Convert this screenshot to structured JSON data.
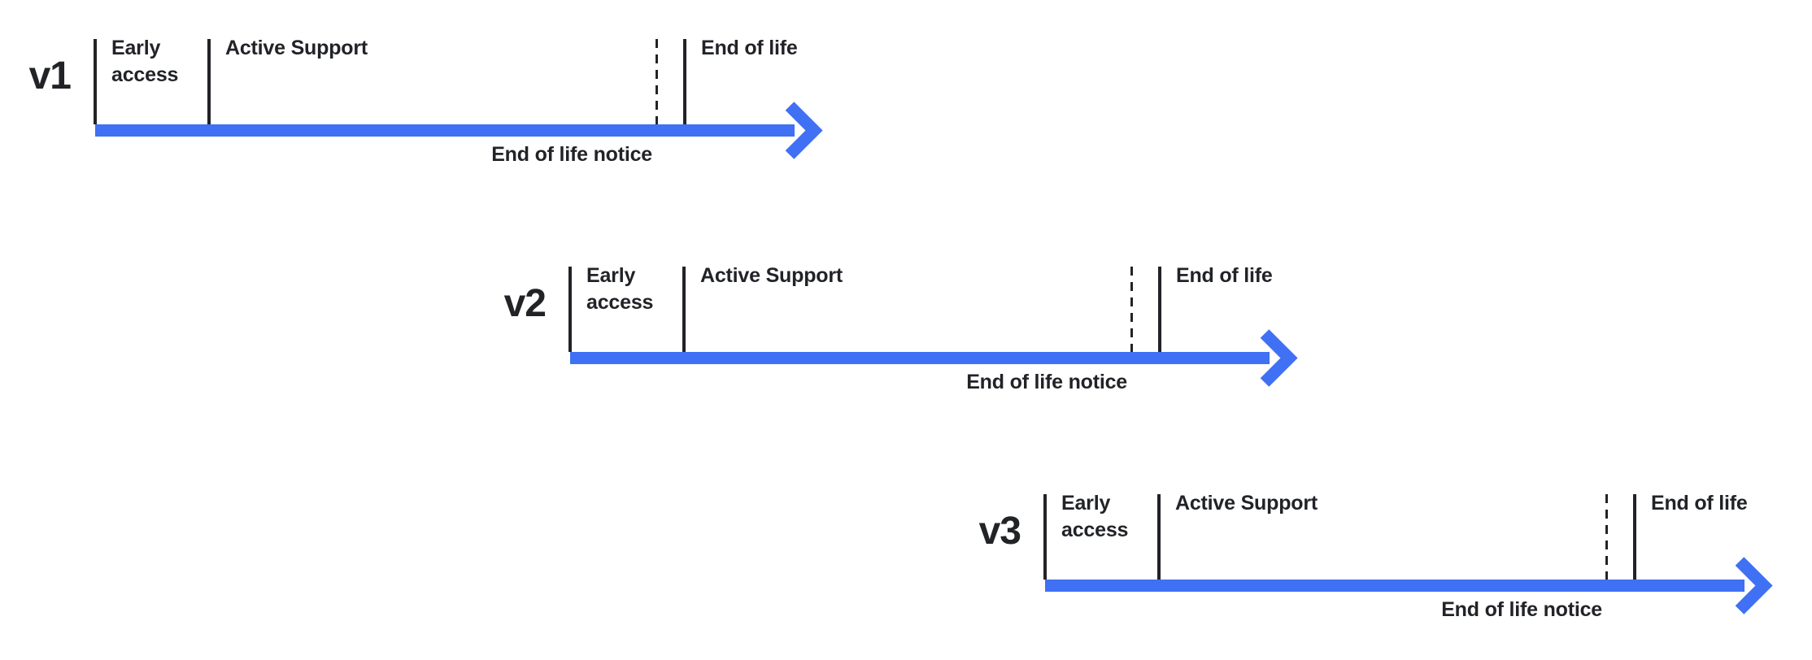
{
  "colors": {
    "accent": "#4070F3",
    "ink": "#212327",
    "background": "#ffffff"
  },
  "timelines": [
    {
      "version": "v1",
      "phases": {
        "early_access": "Early access",
        "active_support": "Active Support",
        "end_of_life": "End of life"
      },
      "notice": "End of life notice"
    },
    {
      "version": "v2",
      "phases": {
        "early_access": "Early access",
        "active_support": "Active Support",
        "end_of_life": "End of life"
      },
      "notice": "End of life notice"
    },
    {
      "version": "v3",
      "phases": {
        "early_access": "Early access",
        "active_support": "Active Support",
        "end_of_life": "End of life"
      },
      "notice": "End of life notice"
    }
  ]
}
